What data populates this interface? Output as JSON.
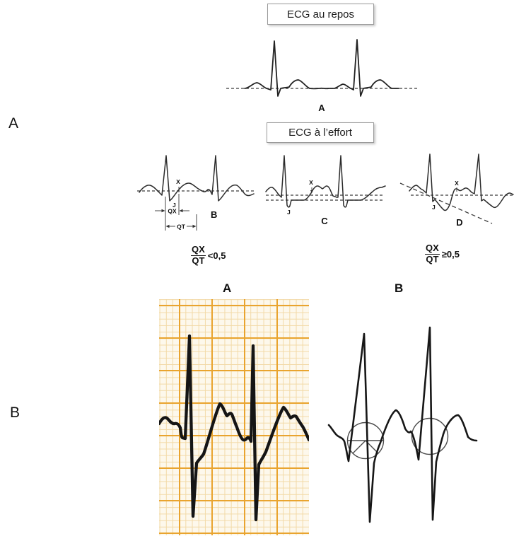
{
  "figure": {
    "background": "#ffffff",
    "margin_labels": {
      "top": "A",
      "bottom": "B"
    },
    "ecg_schematics": {
      "rest_header": "ECG au repos",
      "effort_header": "ECG à l’effort",
      "rest_trace": {
        "label": "A"
      },
      "trace_b": {
        "label": "B",
        "x_marker": "X",
        "j_marker": "J",
        "qx_label": "QX",
        "qt_label": "QT"
      },
      "trace_c": {
        "label": "C",
        "x_marker": "X",
        "j_marker": "J"
      },
      "trace_d": {
        "label": "D",
        "x_marker": "X",
        "j_marker": "J"
      },
      "formula_left": {
        "numerator": "QX",
        "denominator": "QT",
        "relation": "<0,5"
      },
      "formula_right": {
        "numerator": "QX",
        "denominator": "QT",
        "relation": "≥0,5"
      }
    },
    "ecg_recordings": {
      "panel_a_label": "A",
      "panel_b_label": "B",
      "grid_background": "#fdf8ec",
      "grid_minor_line": "#f2d9a6",
      "grid_major_line": "#e9a42f",
      "trace_color": "#151515"
    }
  }
}
